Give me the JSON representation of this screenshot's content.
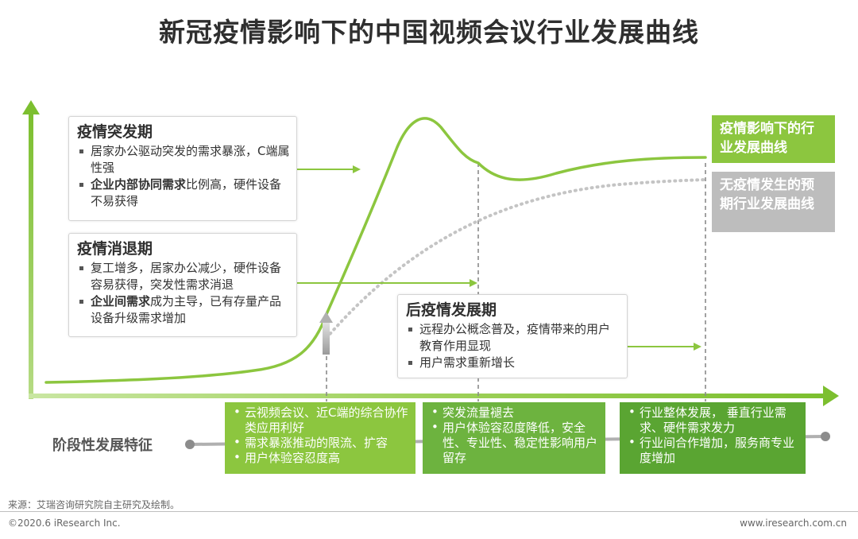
{
  "title": "新冠疫情影响下的中国视频会议行业发展曲线",
  "colors": {
    "primary_green": "#8cc63f",
    "axis_green": "#8cc63f",
    "expected_curve_gray": "#c2c2c2",
    "legend_gray": "#bdbdbd",
    "feature_green_1": "#8cc63f",
    "feature_green_2": "#6db33f",
    "feature_green_3": "#5aa532"
  },
  "phases": [
    {
      "title": "疫情突发期",
      "items": [
        {
          "bold": "",
          "text": "居家办公驱动突发的需求暴涨，C端属性强"
        },
        {
          "bold": "企业内部协同需求",
          "text": "比例高，硬件设备不易获得"
        }
      ]
    },
    {
      "title": "疫情消退期",
      "items": [
        {
          "bold": "",
          "text": "复工增多，居家办公减少，硬件设备容易获得，突发性需求消退"
        },
        {
          "bold": "企业间需求",
          "text": "成为主导，已有存量产品设备升级需求增加"
        }
      ]
    },
    {
      "title": "后疫情发展期",
      "items": [
        {
          "bold": "",
          "text": "远程办公概念普及，疫情带来的用户教育作用显现"
        },
        {
          "bold": "",
          "text": "用户需求重新增长"
        }
      ]
    }
  ],
  "legend": {
    "actual": "疫情影响下的行业发展曲线",
    "expected": "无疫情发生的预期行业发展曲线"
  },
  "stage_label": "阶段性发展特征",
  "features": [
    [
      "云视频会议、近C端的综合协作类应用利好",
      "需求暴涨推动的限流、扩容",
      "用户体验容忍度高"
    ],
    [
      "突发流量褪去",
      "用户体验容忍度降低，安全性、专业性、稳定性影响用户留存"
    ],
    [
      "行业整体发展， 垂直行业需求、硬件需求发力",
      "行业间合作增加，服务商专业度增加"
    ]
  ],
  "source": "来源：艾瑞咨询研究院自主研究及绘制。",
  "copyright": "©2020.6 iResearch Inc.",
  "website": "www.iresearch.com.cn"
}
